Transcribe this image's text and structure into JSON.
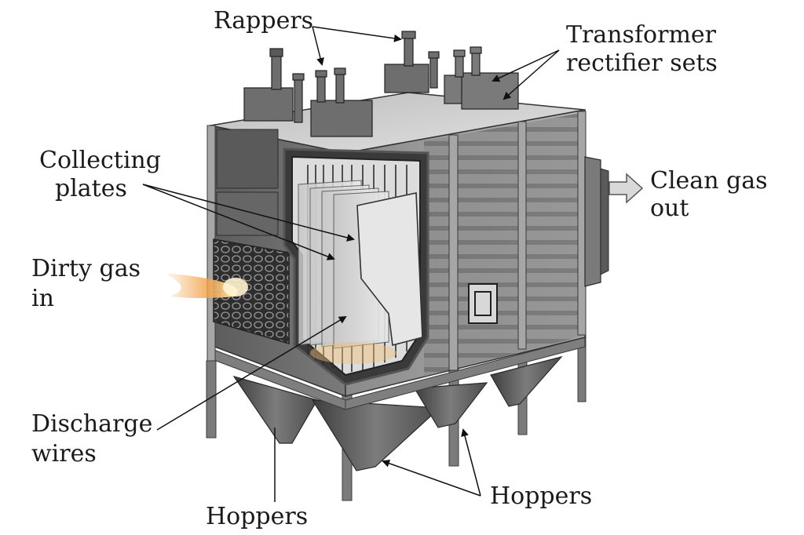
{
  "labels": {
    "rappers": "Rappers",
    "transformer_line1": "Transformer",
    "transformer_line2": "rectifier sets",
    "collecting_line1": "Collecting",
    "collecting_line2": "plates",
    "dirty_line1": "Dirty gas",
    "dirty_line2": "in",
    "clean_line1": "Clean gas",
    "clean_line2": "out",
    "discharge_line1": "Discharge",
    "discharge_line2": "wires",
    "hoppers_left": "Hoppers",
    "hoppers_right": "Hoppers"
  },
  "colors": {
    "steel_light": "#c9c9c9",
    "steel_mid": "#8e8e8e",
    "steel_dark": "#4a4a4a",
    "gas_glow": "#f2a24a",
    "background": "#ffffff"
  }
}
